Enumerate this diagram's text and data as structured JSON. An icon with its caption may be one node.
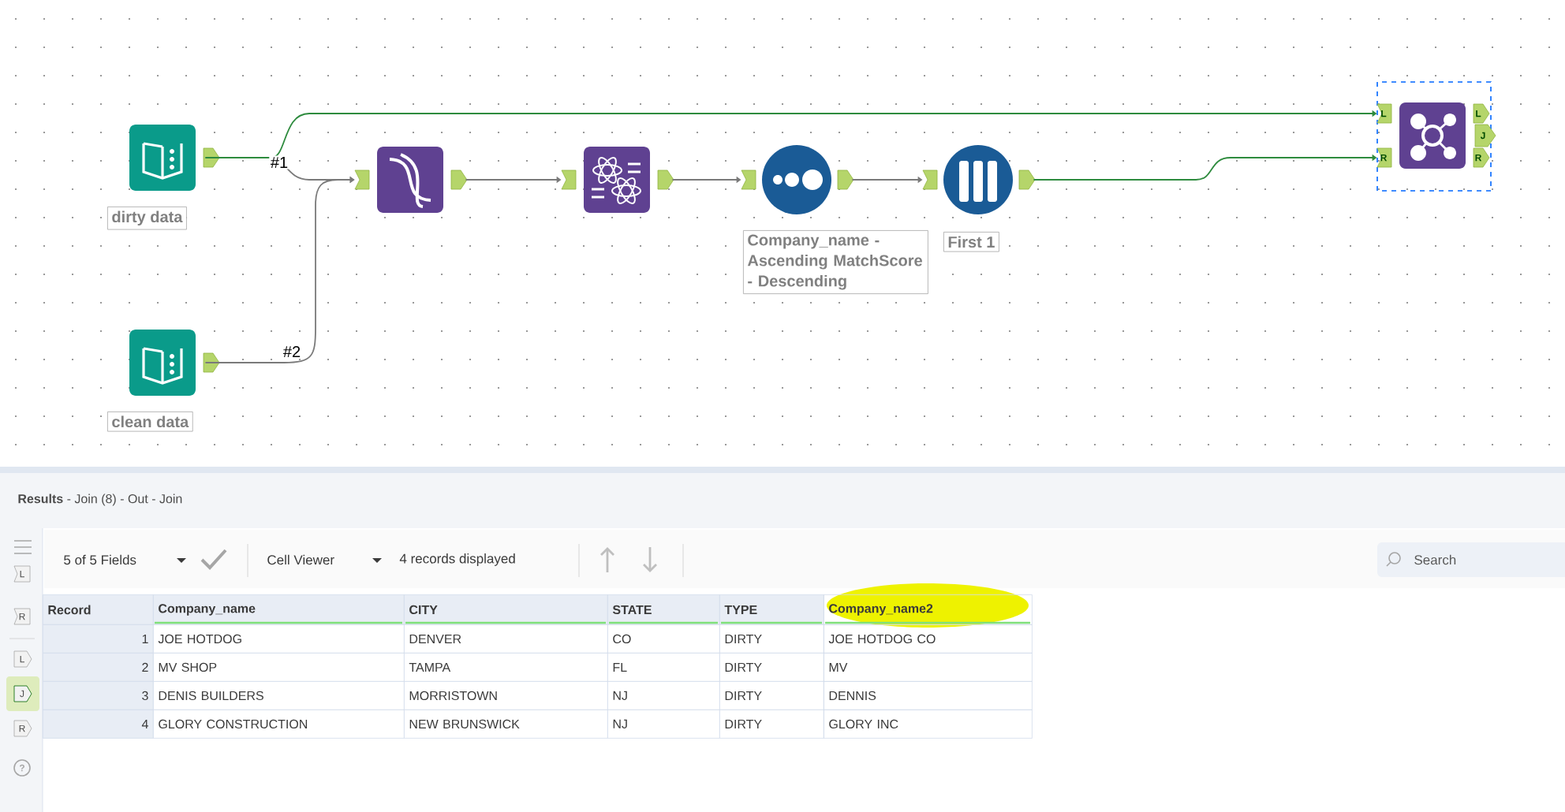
{
  "diagram": {
    "nodes": [
      {
        "text": [
          "dirty data"
        ]
      },
      {
        "text": [
          "clean data"
        ]
      },
      {
        "text": [],
        "shape": "picture"
      },
      {
        "text": [],
        "shape": "picture"
      },
      {
        "text": [
          "Company_name - Ascending MatchScore - Descending"
        ]
      },
      {
        "text": [
          "First 1"
        ]
      },
      {
        "text": [
          "L",
          "R",
          "L",
          "J",
          "R"
        ]
      }
    ],
    "edges": [
      {
        "from": 0,
        "to": 2,
        "arrow": "to",
        "label": "#1"
      },
      {
        "from": 0,
        "to": 6,
        "arrow": "to",
        "color": "#2e8b3e"
      },
      {
        "from": 1,
        "to": 2,
        "arrow": "to",
        "label": "#2"
      },
      {
        "from": 2,
        "to": 3,
        "arrow": "to"
      },
      {
        "from": 3,
        "to": 4,
        "arrow": "to"
      },
      {
        "from": 4,
        "to": 5,
        "arrow": "to"
      },
      {
        "from": 5,
        "to": 6,
        "arrow": "to",
        "color": "#2e8b3e"
      }
    ],
    "labels": [
      "**Results** - Join (8) - Out - Join",
      "5 of 5 Fields",
      "Cell Viewer",
      "4 records displayed",
      "Search",
      "Record",
      "Company_name",
      "CITY",
      "STATE",
      "TYPE",
      "Company_name2",
      "1",
      "JOE HOTDOG",
      "DENVER",
      "CO",
      "DIRTY",
      "JOE HOTDOG CO",
      "2",
      "MV SHOP",
      "TAMPA",
      "FL",
      "DIRTY",
      "MV",
      "3",
      "DENIS BUILDERS",
      "MORRISTOWN",
      "NJ",
      "DIRTY",
      "DENNIS",
      "4",
      "GLORY CONSTRUCTION",
      "NEW BRUNSWICK",
      "NJ",
      "DIRTY",
      "GLORY INC",
      "L",
      "R",
      "L",
      "J",
      "R",
      "?"
    ]
  }
}
